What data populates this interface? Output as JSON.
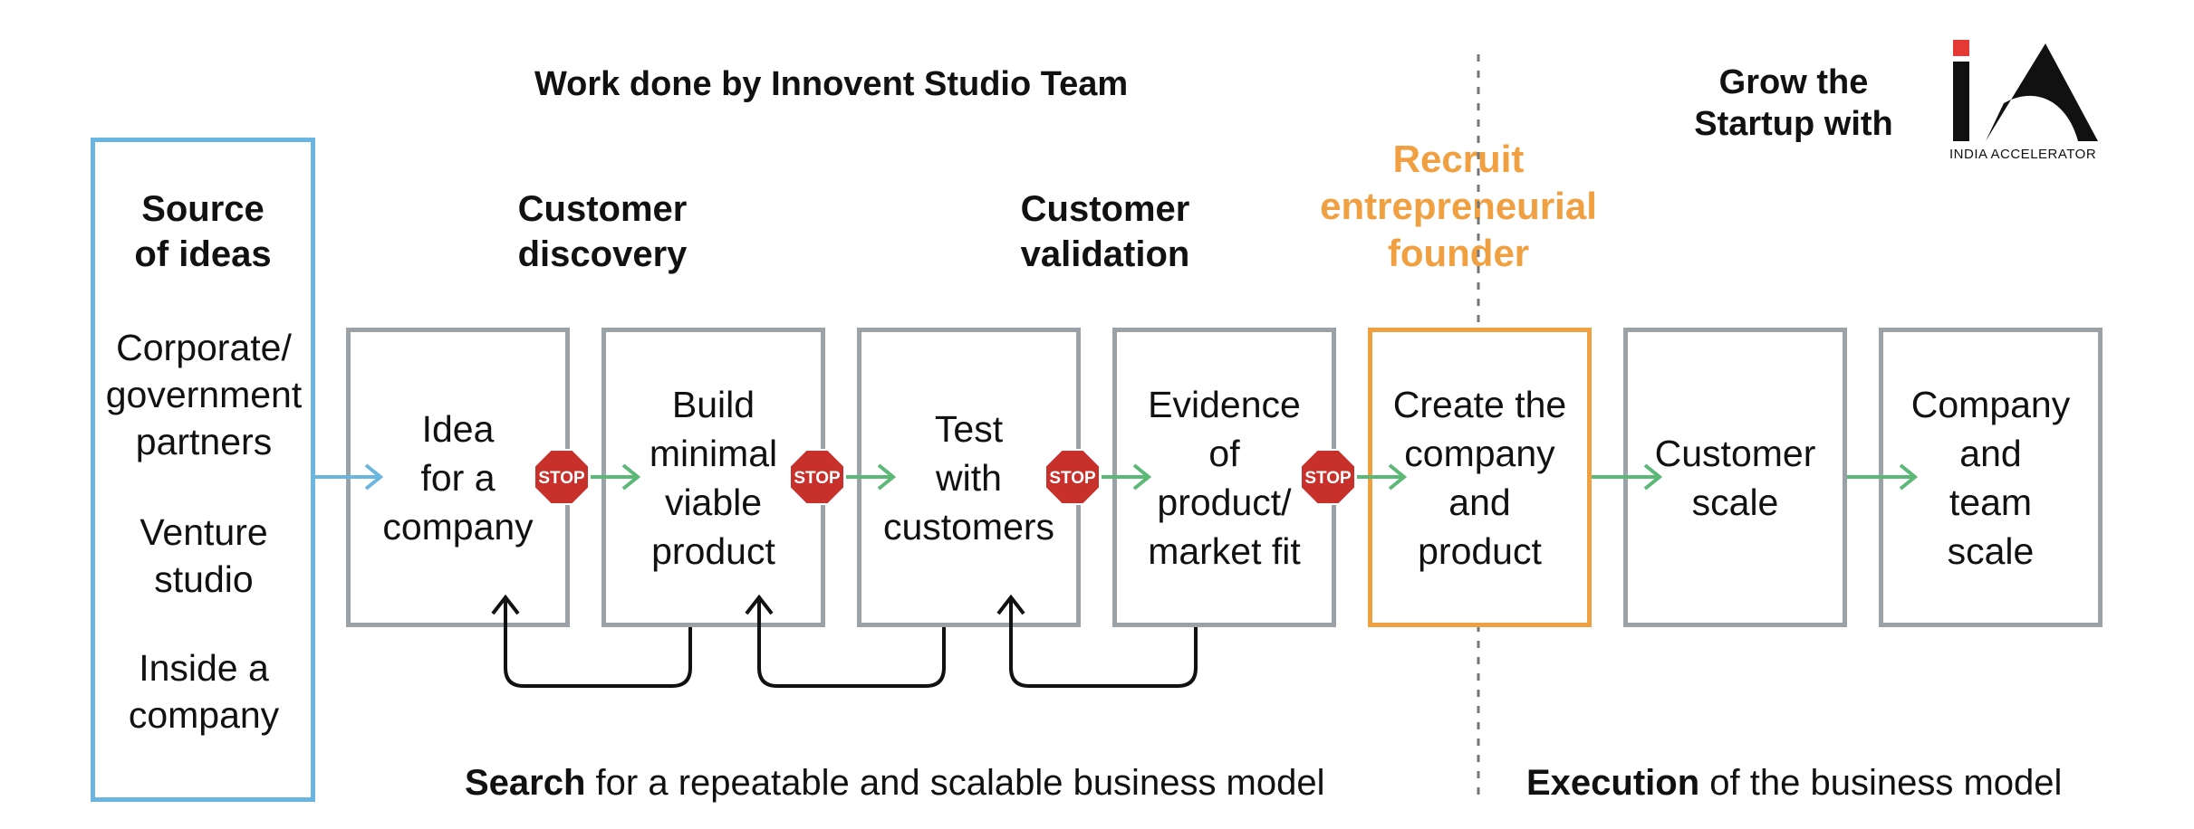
{
  "header": {
    "title": "Work done by Innovent Studio Team",
    "grow_text": "Grow the\nStartup with",
    "logo_caption": "INDIA ACCELERATOR"
  },
  "source": {
    "title": "Source\nof ideas",
    "items": [
      "Corporate/\ngovernment\npartners",
      "Venture\nstudio",
      "Inside a\ncompany"
    ]
  },
  "stages": {
    "discovery": "Customer\ndiscovery",
    "validation": "Customer\nvalidation",
    "recruit": "Recruit\nentrepreneurial\nfounder"
  },
  "steps": [
    {
      "label": "Idea\nfor a\ncompany"
    },
    {
      "label": "Build\nminimal\nviable\nproduct"
    },
    {
      "label": "Test\nwith\ncustomers"
    },
    {
      "label": "Evidence\nof\nproduct/\nmarket fit"
    },
    {
      "label": "Create the\ncompany\nand\nproduct"
    },
    {
      "label": "Customer\nscale"
    },
    {
      "label": "Company\nand\nteam\nscale"
    }
  ],
  "stop_sign_text": "STOP",
  "footer": {
    "search_bold": "Search",
    "search_rest": " for a repeatable and scalable business model",
    "execution_bold": "Execution",
    "execution_rest": " of the business model"
  },
  "colors": {
    "source_border": "#6bb6e0",
    "step_border": "#9aa2a8",
    "highlight": "#f0a041",
    "arrow_green": "#5cb877",
    "arrow_blue": "#6bb6e0",
    "stop_red": "#c8302c",
    "logo_red": "#e53935"
  }
}
